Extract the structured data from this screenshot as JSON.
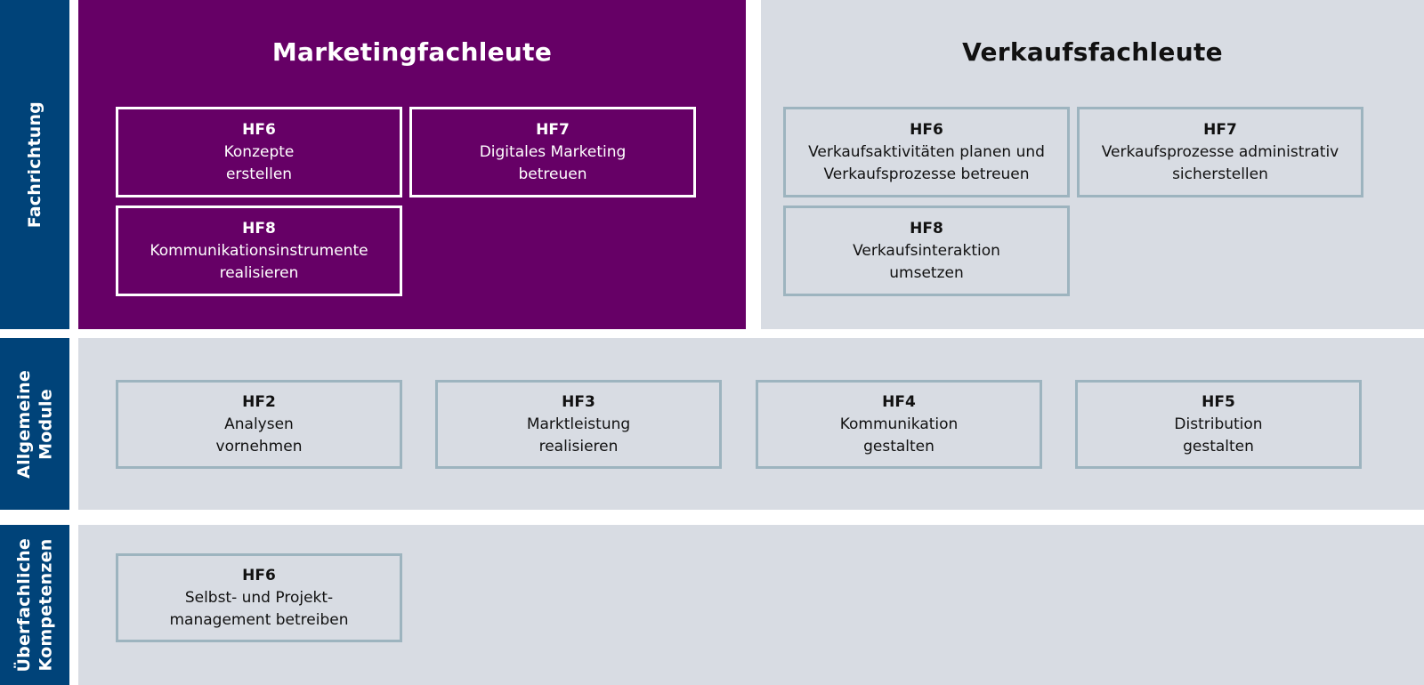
{
  "rails": [
    {
      "label": "Fachrichtung"
    },
    {
      "label": "Allgemeine\nModule"
    },
    {
      "label": "Überfachliche\nKompetenzen"
    }
  ],
  "sections": {
    "marketing": {
      "title": "Marketingfachleute",
      "accent_color": "#660066",
      "boxes": [
        {
          "code": "HF6",
          "desc": "Konzepte\nerstellen"
        },
        {
          "code": "HF7",
          "desc": "Digitales Marketing\nbetreuen"
        },
        {
          "code": "HF8",
          "desc": "Kommunikationsinstrumente\nrealisieren"
        }
      ]
    },
    "verkauf": {
      "title": "Verkaufsfachleute",
      "accent_color": "#d8dce3",
      "boxes": [
        {
          "code": "HF6",
          "desc": "Verkaufsaktivitäten planen und\nVerkaufsprozesse betreuen"
        },
        {
          "code": "HF7",
          "desc": "Verkaufsprozesse administrativ\nsicherstellen"
        },
        {
          "code": "HF8",
          "desc": "Verkaufsinteraktion\numsetzen"
        }
      ]
    },
    "allgemeine_module": {
      "boxes": [
        {
          "code": "HF2",
          "desc": "Analysen\nvornehmen"
        },
        {
          "code": "HF3",
          "desc": "Marktleistung\nrealisieren"
        },
        {
          "code": "HF4",
          "desc": "Kommunikation\ngestalten"
        },
        {
          "code": "HF5",
          "desc": "Distribution\ngestalten"
        }
      ]
    },
    "ueberfachliche_kompetenzen": {
      "boxes": [
        {
          "code": "HF6",
          "desc": "Selbst- und Projekt-\nmanagement betreiben"
        }
      ]
    }
  },
  "colors": {
    "rail_blue": "#004379",
    "purple": "#660066",
    "panel_grey": "#d8dce3",
    "box_border_grey": "#9db4bf",
    "box_border_white": "#ffffff",
    "text_dark": "#111111",
    "text_light": "#ffffff"
  }
}
